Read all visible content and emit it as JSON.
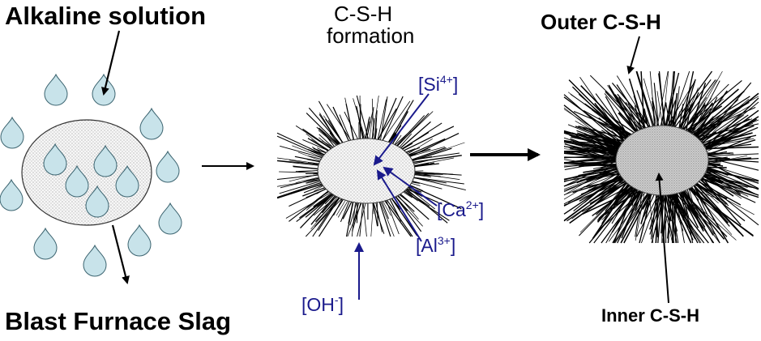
{
  "labels": {
    "alkaline_solution": "Alkaline solution",
    "blast_furnace_slag": "Blast Furnace Slag",
    "csh_formation_line1": "C-S-H",
    "csh_formation_line2": "formation",
    "outer_csh": "Outer C-S-H",
    "inner_csh": "Inner C-S-H"
  },
  "ions": {
    "si": {
      "base": "[Si",
      "charge": "4+",
      "close": "]"
    },
    "ca": {
      "base": "[Ca",
      "charge": "2+",
      "close": "]"
    },
    "al": {
      "base": "[Al",
      "charge": "3+",
      "close": "]"
    },
    "oh": {
      "base": "[OH",
      "charge": "-",
      "close": "]"
    }
  },
  "colors": {
    "ion_text": "#1a1a8c",
    "ion_arrow": "#1a1a8c",
    "droplet_fill": "#c8e3ea",
    "droplet_stroke": "#3c6470",
    "slag_fill": "#f4f4f4",
    "inner_core_fill": "#cfcfcf"
  }
}
